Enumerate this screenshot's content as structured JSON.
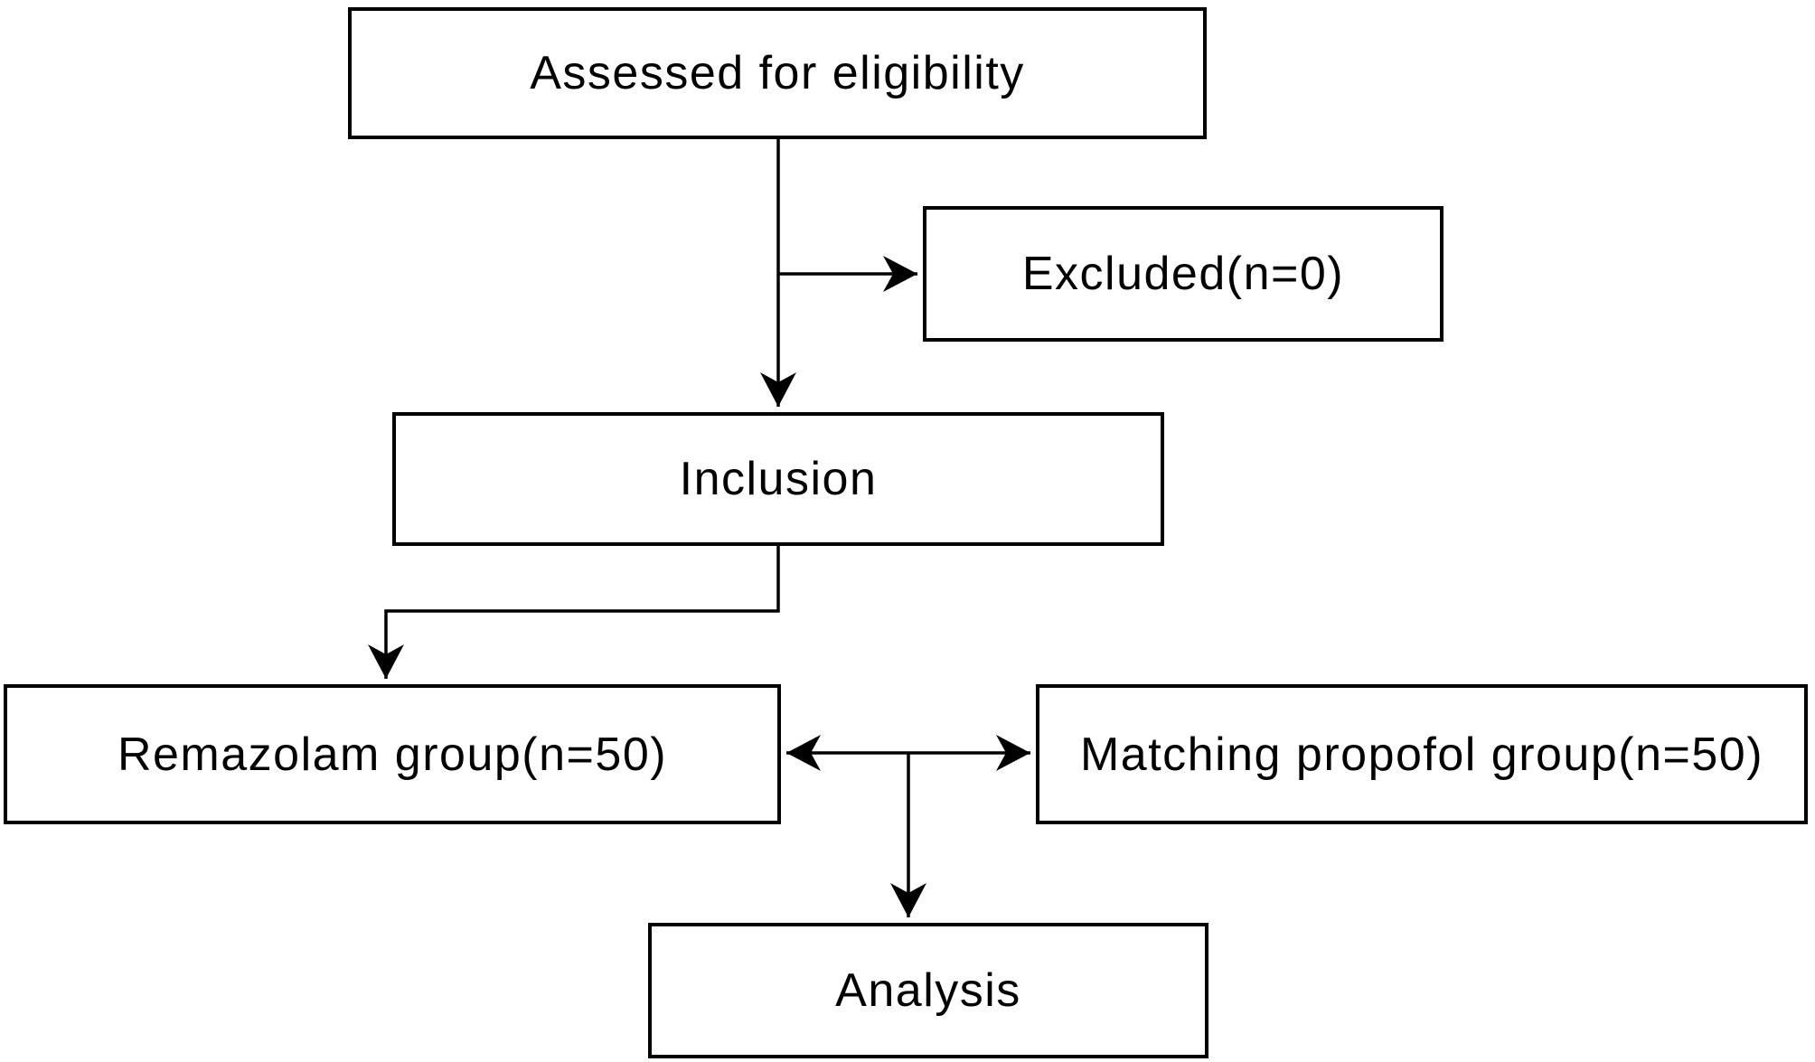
{
  "figure": {
    "type": "participant-flow-diagram",
    "background_color": "#ffffff",
    "box_fill_color": "#ffffff",
    "box_border_color": "#000000",
    "text_color": "#000000",
    "connector_color": "#000000"
  },
  "nodes": {
    "assessed": {
      "label": "Assessed for eligibility"
    },
    "excluded": {
      "label": "Excluded(n=0)"
    },
    "inclusion": {
      "label": "Inclusion"
    },
    "remazolam": {
      "label": "Remazolam group(n=50)"
    },
    "propofol": {
      "label": "Matching propofol group(n=50)"
    },
    "analysis": {
      "label": "Analysis"
    }
  },
  "edges": [
    {
      "from": "assessed",
      "to": "inclusion",
      "type": "arrow"
    },
    {
      "from": "assessed",
      "to": "excluded",
      "type": "arrow"
    },
    {
      "from": "inclusion",
      "to": "remazolam",
      "type": "arrow"
    },
    {
      "from": "remazolam",
      "to": "propofol",
      "type": "double-arrow"
    },
    {
      "from": "remazolam+propofol",
      "to": "analysis",
      "type": "arrow"
    }
  ]
}
